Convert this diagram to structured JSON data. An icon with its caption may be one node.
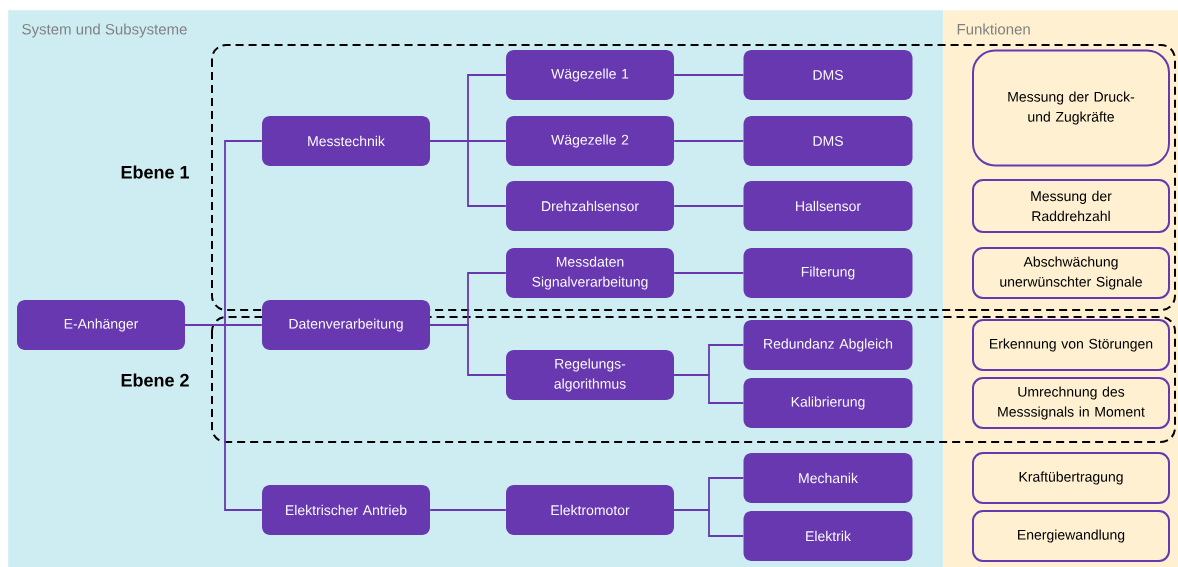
{
  "diagram": {
    "nodes": [
      {
        "text": [
          "System und Subsysteme"
        ]
      },
      {
        "text": [
          "E-Anhänger"
        ],
        "in": 0
      },
      {
        "text": [
          "Messtechnik"
        ],
        "in": 0
      },
      {
        "text": [
          "Datenverarbeitung"
        ],
        "in": 0
      },
      {
        "text": [
          "Elektrischer Antrieb"
        ],
        "in": 0
      },
      {
        "text": [
          "Wägezelle 1"
        ],
        "in": 0
      },
      {
        "text": [
          "Wägezelle 2"
        ],
        "in": 0
      },
      {
        "text": [
          "Drehzahlsensor"
        ],
        "in": 0
      },
      {
        "text": [
          "Messdaten Signalverarbeitung"
        ],
        "in": 0
      },
      {
        "text": [
          "Regelungs- algorithmus"
        ],
        "in": 0
      },
      {
        "text": [
          "Elektromotor"
        ],
        "in": 0
      },
      {
        "text": [
          "DMS"
        ],
        "in": 0
      },
      {
        "text": [
          "DMS"
        ],
        "in": 0
      },
      {
        "text": [
          "Hallsensor"
        ],
        "in": 0
      },
      {
        "text": [
          "Filterung"
        ],
        "in": 0
      },
      {
        "text": [
          "Redundanz Abgleich"
        ],
        "in": 0
      },
      {
        "text": [
          "Kalibrierung"
        ],
        "in": 0
      },
      {
        "text": [
          "Mechanik"
        ],
        "in": 0
      },
      {
        "text": [
          "Elektrik"
        ],
        "in": 0
      },
      {
        "text": [
          "Funktionen"
        ]
      },
      {
        "text": [
          "Messung der Druck- und Zugkräfte"
        ],
        "in": 19
      },
      {
        "text": [
          "Messung der Raddrehzahl"
        ],
        "in": 19
      },
      {
        "text": [
          "Abschwächung unerwünschter Signale"
        ],
        "in": 19
      },
      {
        "text": [
          "Erkennung von Störungen"
        ],
        "in": 19
      },
      {
        "text": [
          "Umrechnung des Messsignals in Moment"
        ],
        "in": 19
      },
      {
        "text": [
          "Kraftübertragung"
        ],
        "in": 19
      },
      {
        "text": [
          "Energiewandlung"
        ],
        "in": 19
      }
    ],
    "edges": [
      {
        "from": 1,
        "to": 2,
        "arrow": "none"
      },
      {
        "from": 1,
        "to": 3,
        "arrow": "none"
      },
      {
        "from": 1,
        "to": 4,
        "arrow": "none"
      },
      {
        "from": 2,
        "to": 5,
        "arrow": "none"
      },
      {
        "from": 2,
        "to": 6,
        "arrow": "none"
      },
      {
        "from": 2,
        "to": 7,
        "arrow": "none"
      },
      {
        "from": 3,
        "to": 8,
        "arrow": "none"
      },
      {
        "from": 3,
        "to": 9,
        "arrow": "none"
      },
      {
        "from": 4,
        "to": 10,
        "arrow": "none"
      },
      {
        "from": 5,
        "to": 11,
        "arrow": "none"
      },
      {
        "from": 6,
        "to": 12,
        "arrow": "none"
      },
      {
        "from": 7,
        "to": 13,
        "arrow": "none"
      },
      {
        "from": 8,
        "to": 14,
        "arrow": "none"
      },
      {
        "from": 9,
        "to": 15,
        "arrow": "none"
      },
      {
        "from": 9,
        "to": 16,
        "arrow": "none"
      },
      {
        "from": 10,
        "to": 17,
        "arrow": "none"
      },
      {
        "from": 10,
        "to": 18,
        "arrow": "none"
      }
    ],
    "labels": [
      "Ebene 1",
      "Ebene 2"
    ]
  }
}
